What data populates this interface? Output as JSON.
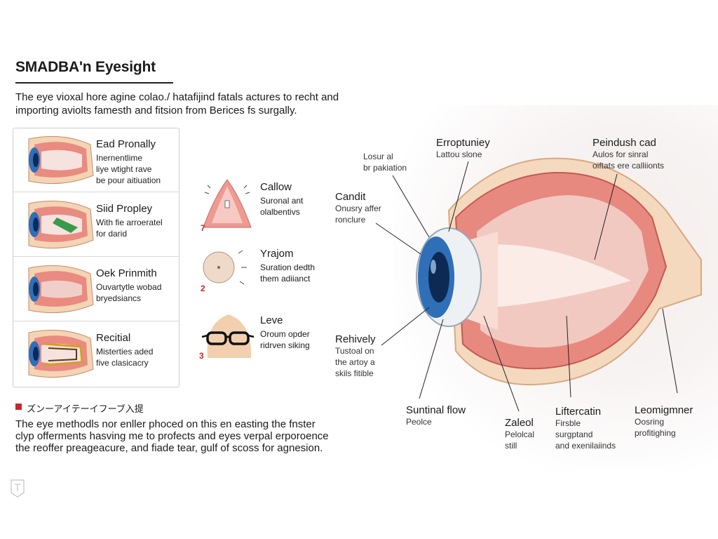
{
  "title": "SMADBA'n Eyesight",
  "intro": [
    "The eye vioxal hore agine colao./ hatafijind fatals actures to recht and",
    "importing aviolts famesth and fitsion from Berices fs surgally."
  ],
  "cards": [
    {
      "title": "Ead Pronally",
      "lines": [
        "Inernentlime",
        "liye wtight rave",
        "be pour aitiuation"
      ]
    },
    {
      "title": "Siid Propley",
      "lines": [
        "With fie arroeratel",
        "for darid"
      ]
    },
    {
      "title": "Oek Prinmith",
      "lines": [
        "Ouvartytle wobad",
        "bryedsiancs"
      ]
    },
    {
      "title": "Recitial",
      "lines": [
        "Misterties aded",
        "five clasicacry"
      ]
    }
  ],
  "middle": [
    {
      "number": "7",
      "title": "Callow",
      "lines": [
        "Suronal ant",
        "olalbentivs"
      ]
    },
    {
      "number": "2",
      "title": "Yrajom",
      "lines": [
        "Suration dedth",
        "them adiianct"
      ]
    },
    {
      "number": "3",
      "title": "Leve",
      "lines": [
        "Oroum opder",
        "ridrven siking"
      ]
    }
  ],
  "bottom": {
    "heading": "ズンーアイテーイフーブ入提",
    "lines": [
      "The eye methodls nor enller phoced on this en easting the fnster",
      "clyp offerments hasving me to profects and eyes verpal erporoence",
      "the reoffer preageacure, and fiade tear, gulf of scoss for agnesion."
    ]
  },
  "callouts": {
    "losur": {
      "lines": [
        "Losur al",
        "br pakiation"
      ]
    },
    "erroptuniey": {
      "title": "Erroptuniey",
      "lines": [
        "Lattou slone"
      ]
    },
    "peindush": {
      "title": "Peindush cad",
      "lines": [
        "Aulos for sinral",
        "oiftats ere calliionts"
      ]
    },
    "candit": {
      "title": "Candit",
      "lines": [
        "Onusry affer",
        "ronclure"
      ]
    },
    "rehively": {
      "title": "Rehively",
      "lines": [
        "Tustoal on",
        "the artoy a",
        "skils fitible"
      ]
    },
    "suntinal": {
      "title": "Suntinal flow",
      "lines": [
        "Peolce"
      ]
    },
    "zaleol": {
      "title": "Zaleol",
      "lines": [
        "Pelolcal",
        "still"
      ]
    },
    "liftercatin": {
      "title": "Liftercatin",
      "lines": [
        "Firsble",
        "surgptand",
        "and exenilaiinds"
      ]
    },
    "leomigmner": {
      "title": "Leomigmner",
      "lines": [
        "Oosring",
        "profitighing"
      ]
    }
  },
  "colors": {
    "accent": "#c62828",
    "tissue": "#e8897f",
    "cornea": "#2f6fb8"
  }
}
